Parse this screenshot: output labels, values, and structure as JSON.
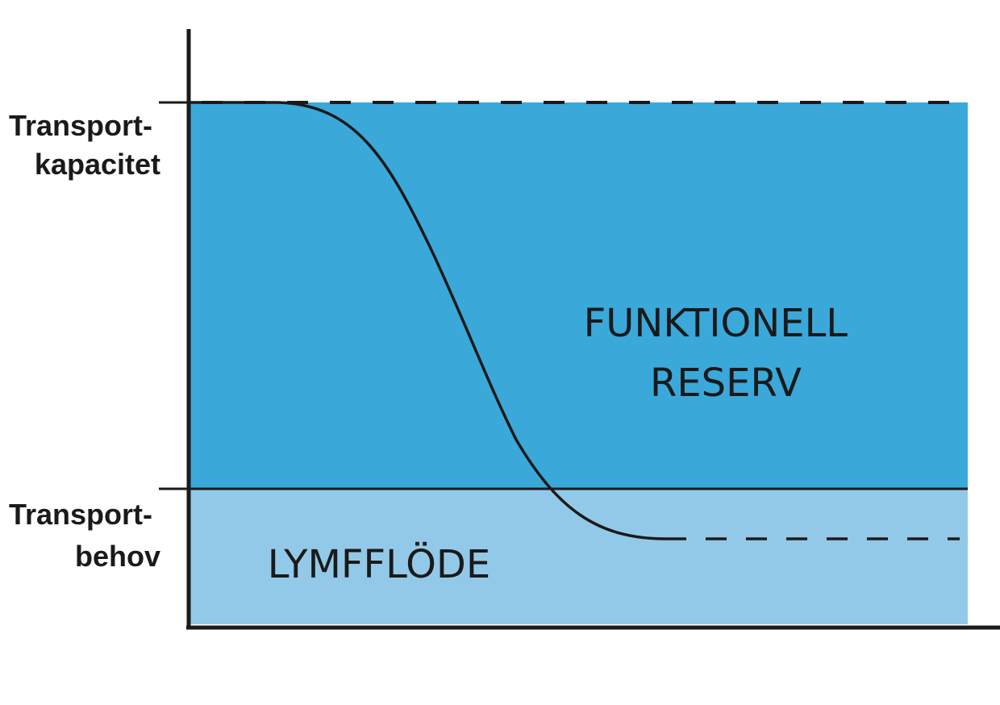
{
  "y_labels": {
    "capacity": {
      "line1": "Transport-",
      "line2": "kapacitet"
    },
    "demand": {
      "line1": "Transport-",
      "line2": "behov"
    }
  },
  "regions": {
    "reserve": {
      "line1": "FUNKTIONELL",
      "line2": "RESERV"
    },
    "flow": {
      "label": "LYMFFLÖDE"
    }
  },
  "colors": {
    "reserve_fill": "#3ba8da",
    "flow_fill": "#93c9e8",
    "lines": "#1a1a1a"
  }
}
